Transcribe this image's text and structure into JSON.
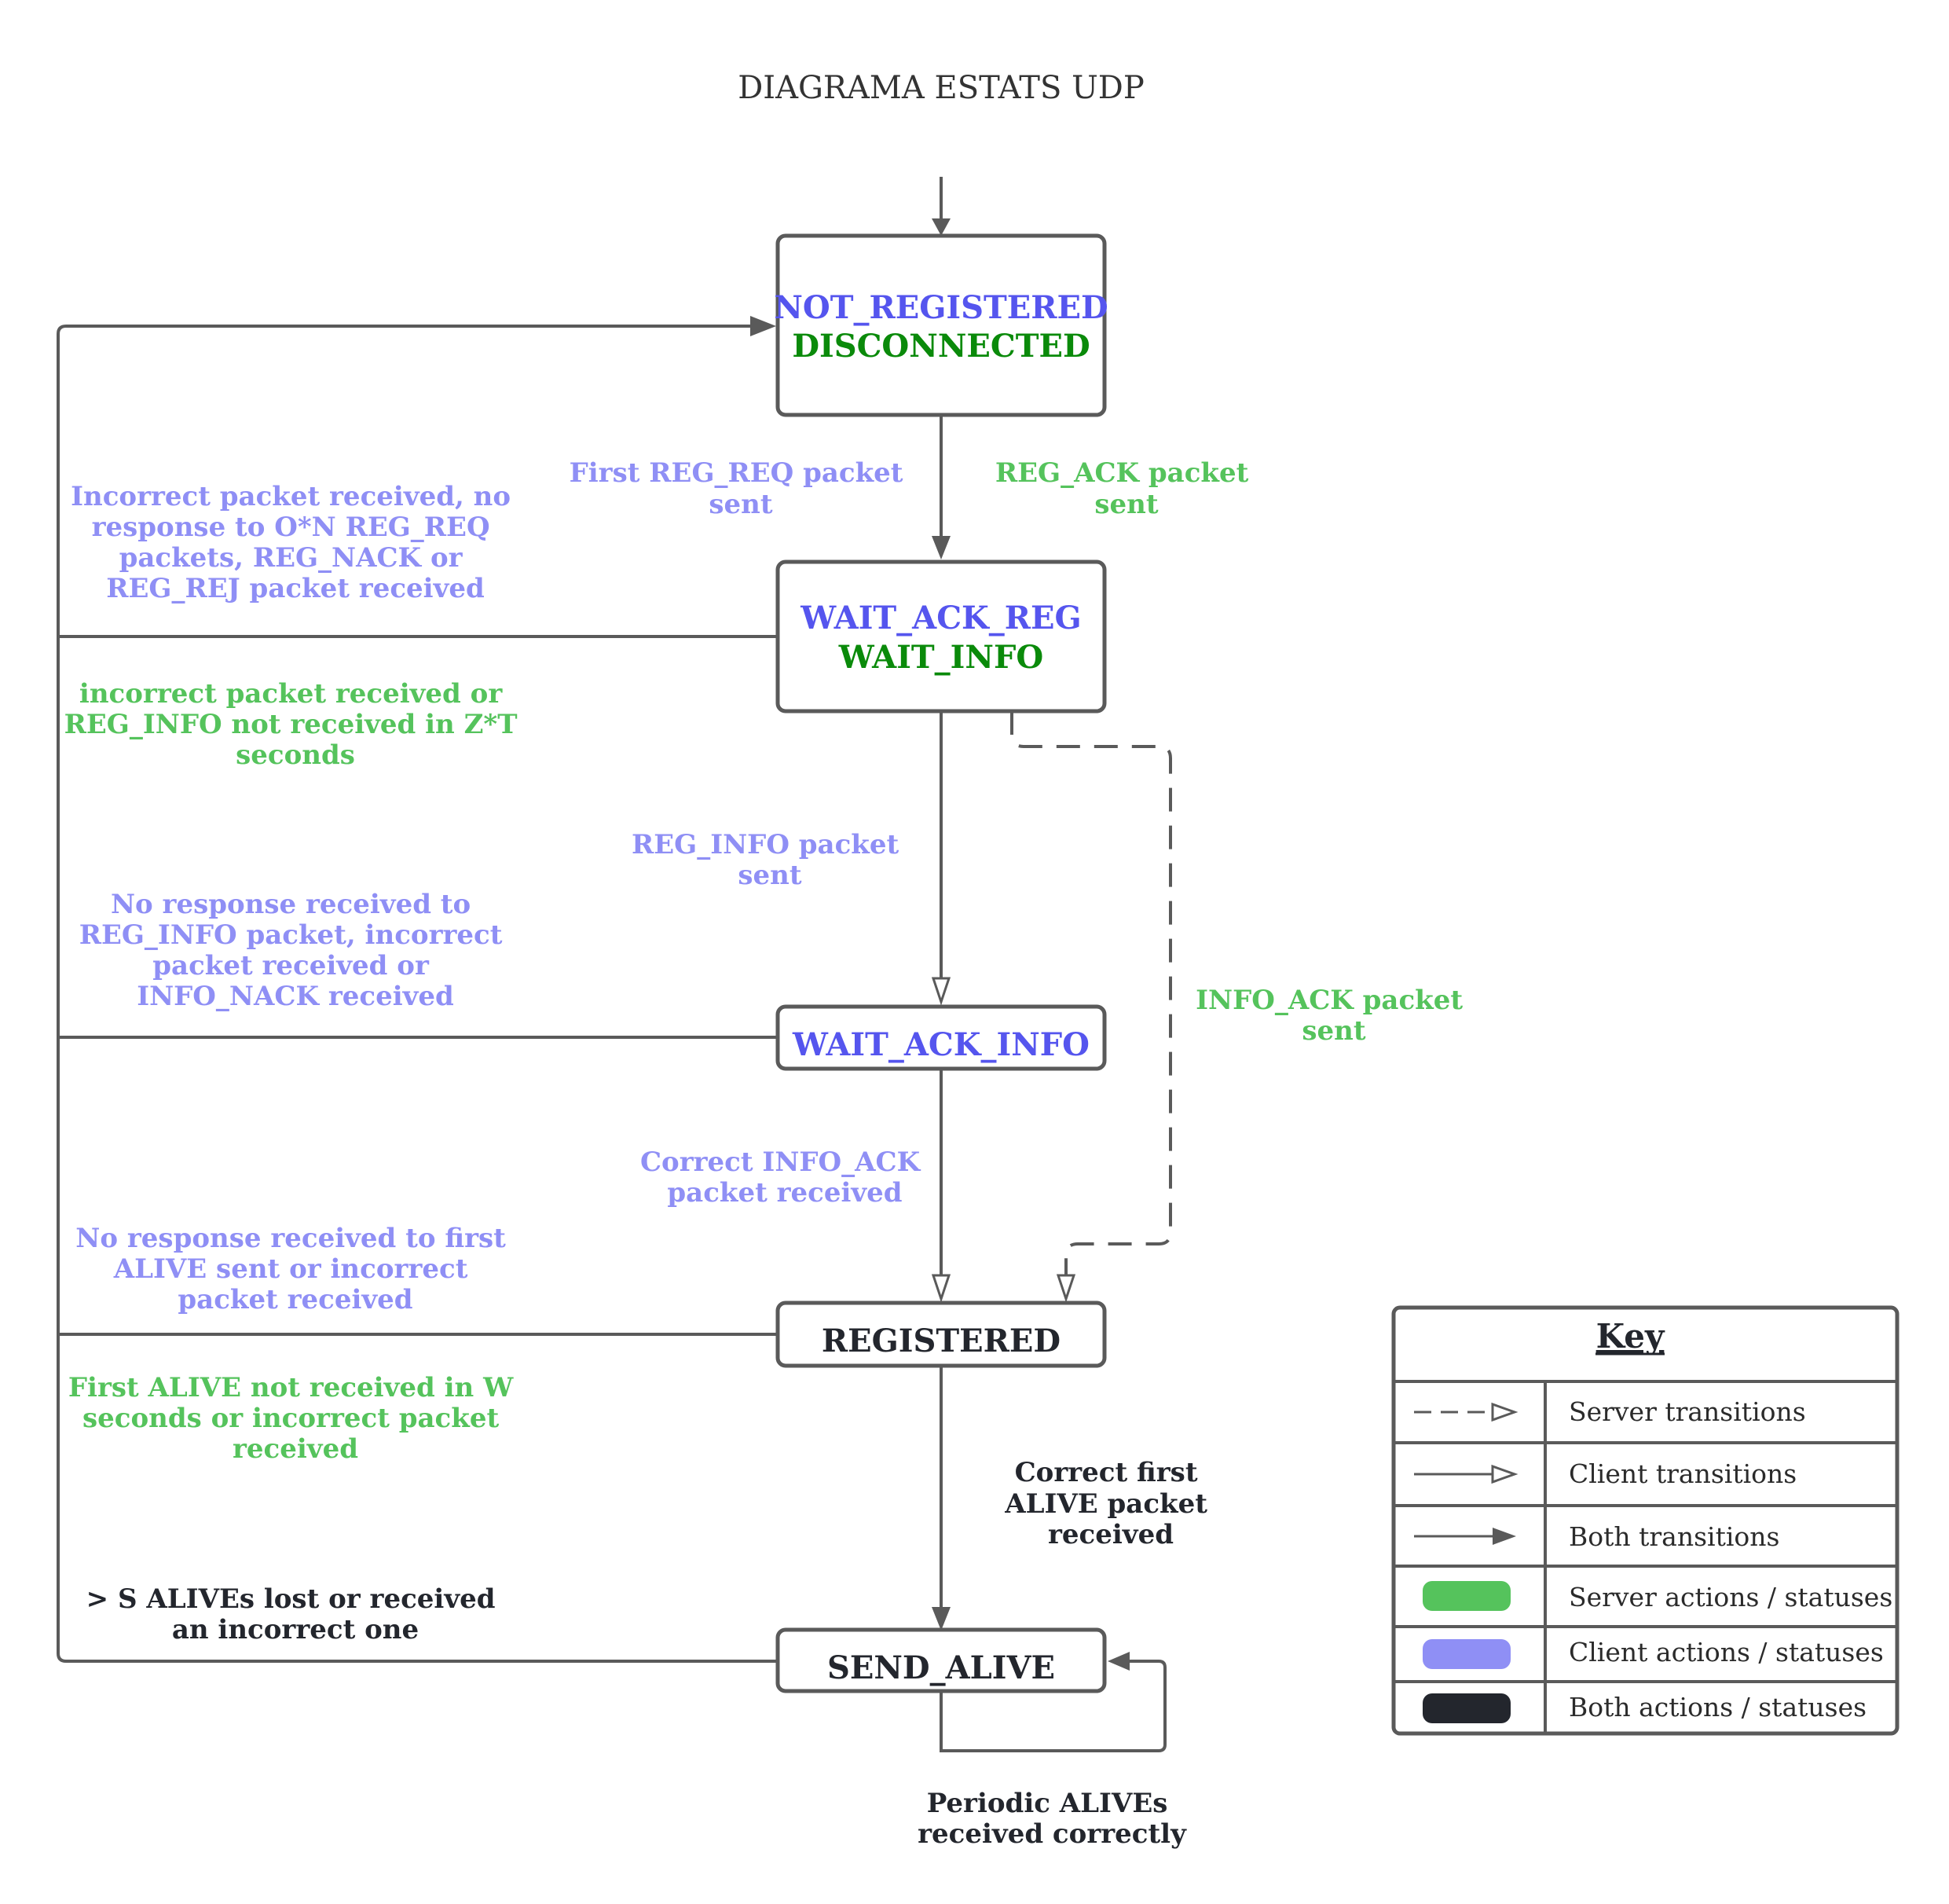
{
  "title": "DIAGRAMA ESTATS UDP",
  "colors": {
    "server": "#55c35c",
    "server_state": "#0a8a0a",
    "client": "#8f8ff5",
    "client_state": "#5555ee",
    "both": "#23262d",
    "line": "#5a5a5a"
  },
  "states": {
    "not_registered": "NOT_REGISTERED",
    "disconnected": "DISCONNECTED",
    "wait_ack_reg": "WAIT_ACK_REG",
    "wait_info": "WAIT_INFO",
    "wait_ack_info": "WAIT_ACK_INFO",
    "registered": "REGISTERED",
    "send_alive": "SEND_ALIVE"
  },
  "transitions": {
    "first_reg_req": [
      "First REG_REQ packet",
      "sent"
    ],
    "reg_ack_sent": [
      "REG_ACK packet",
      "sent"
    ],
    "reg_info_sent": [
      "REG_INFO packet",
      "sent"
    ],
    "info_ack_sent": [
      "INFO_ACK packet",
      "sent"
    ],
    "correct_info_ack": [
      "Correct INFO_ACK",
      "packet received"
    ],
    "correct_first_alive": [
      "Correct first",
      "ALIVE packet",
      "received"
    ],
    "periodic_alives": [
      "Periodic ALIVEs",
      "received correctly"
    ]
  },
  "failures": {
    "incorrect_reg": [
      "Incorrect packet received, no",
      "response to O*N REG_REQ",
      "packets, REG_NACK or",
      "REG_REJ packet received"
    ],
    "incorrect_reg_info": [
      "incorrect packet received or",
      "REG_INFO not received in Z*T",
      "seconds"
    ],
    "no_response_reg_info": [
      "No response received to",
      "REG_INFO packet, incorrect",
      "packet received or",
      "INFO_NACK received"
    ],
    "no_response_alive": [
      "No response received to first",
      "ALIVE sent or incorrect",
      "packet received"
    ],
    "first_alive_not_received": [
      "First ALIVE not received in W",
      "seconds or incorrect packet",
      "received"
    ],
    "s_alives_lost": [
      "> S ALIVEs lost or received",
      "an incorrect one"
    ]
  },
  "key": {
    "title": "Key",
    "rows": [
      {
        "icon": "dashed-hollow-arrow-icon",
        "label": "Server transitions"
      },
      {
        "icon": "solid-hollow-arrow-icon",
        "label": "Client transitions"
      },
      {
        "icon": "solid-filled-arrow-icon",
        "label": "Both transitions"
      },
      {
        "icon": "server-swatch",
        "label": "Server actions / statuses"
      },
      {
        "icon": "client-swatch",
        "label": "Client actions / statuses"
      },
      {
        "icon": "both-swatch",
        "label": "Both actions / statuses"
      }
    ]
  }
}
